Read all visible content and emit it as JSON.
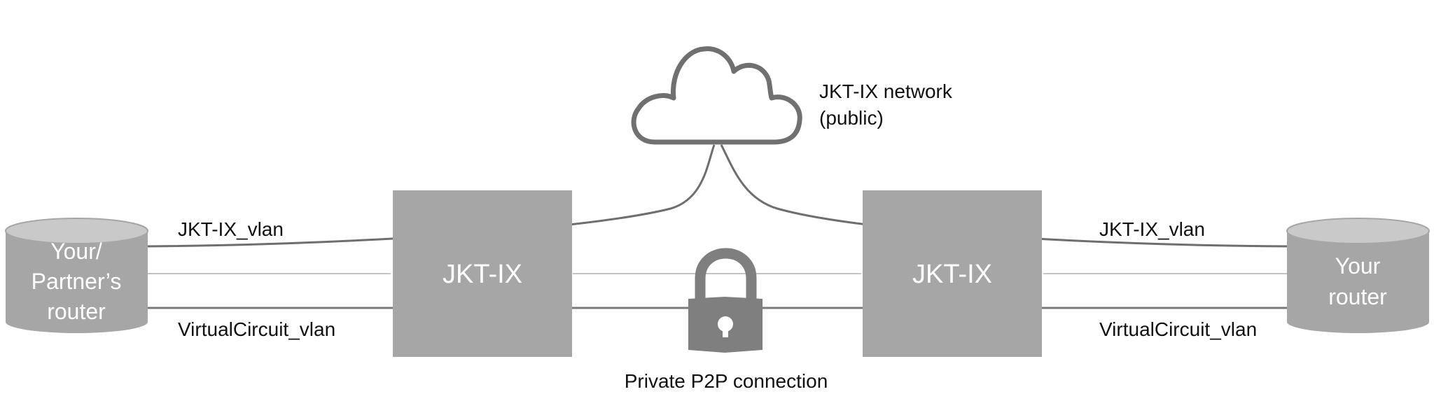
{
  "cloud": {
    "label_line1": "JKT-IX network",
    "label_line2": "(public)"
  },
  "left_router": {
    "line1": "Your/",
    "line2": "Partner’s",
    "line3": "router"
  },
  "right_router": {
    "line1": "Your",
    "line2": "router"
  },
  "exchange_boxes": {
    "left_label": "JKT-IX",
    "right_label": "JKT-IX"
  },
  "vlans": {
    "left_public": "JKT-IX_vlan",
    "right_public": "JKT-IX_vlan",
    "left_private": "VirtualCircuit_vlan",
    "right_private": "VirtualCircuit_vlan"
  },
  "private_connection": {
    "label": "Private P2P connection"
  },
  "icons": {
    "cloud": "cloud-icon",
    "lock": "lock-icon"
  },
  "colors": {
    "box_fill": "#a6a6a6",
    "router_body": "#a6a6a6",
    "router_top": "#c9c9c9",
    "line_dark": "#6e6e6e",
    "line_light": "#c4c4c4",
    "lock_body": "#7f7f7f"
  }
}
